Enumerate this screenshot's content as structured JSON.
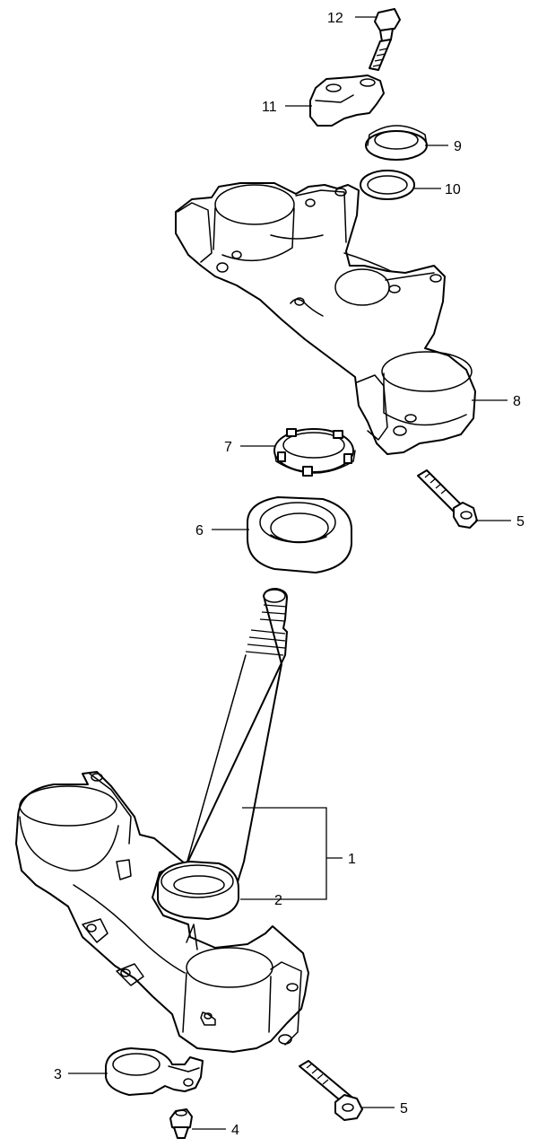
{
  "callouts": [
    {
      "id": "c12",
      "number": "12"
    },
    {
      "id": "c11",
      "number": "11"
    },
    {
      "id": "c9",
      "number": "9"
    },
    {
      "id": "c10",
      "number": "10"
    },
    {
      "id": "c8",
      "number": "8"
    },
    {
      "id": "c7",
      "number": "7"
    },
    {
      "id": "c5a",
      "number": "5"
    },
    {
      "id": "c6",
      "number": "6"
    },
    {
      "id": "c1",
      "number": "1"
    },
    {
      "id": "c2",
      "number": "2"
    },
    {
      "id": "c3",
      "number": "3"
    },
    {
      "id": "c5b",
      "number": "5"
    },
    {
      "id": "c4",
      "number": "4"
    }
  ]
}
